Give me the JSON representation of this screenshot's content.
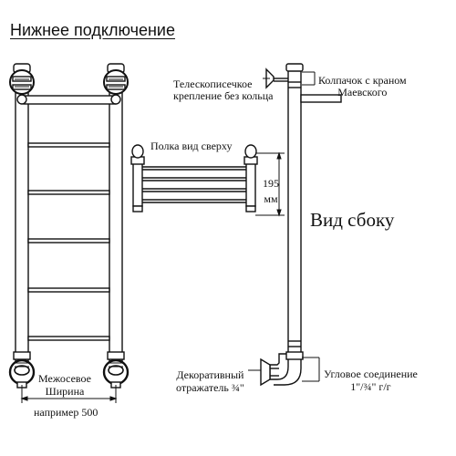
{
  "title": "Нижнее подключение",
  "labels": {
    "telescopic_line1": "Телескописечкое",
    "telescopic_line2": "крепление без кольца",
    "cap_line1": "Колпачок с краном",
    "cap_line2": "Маевского",
    "shelf_top_view": "Полка вид сверху",
    "side_view": "Вид сбоку",
    "dim_value": "195",
    "dim_unit": "мм",
    "reflector_line1": "Декоративный",
    "reflector_line2": "отражатель ¾\"",
    "angle_line1": "Угловое соединение",
    "angle_line2": "1\"/¾\" г/г",
    "spacing_line1": "Межосевое",
    "spacing_line2": "Ширина",
    "spacing_example": "например 500"
  }
}
